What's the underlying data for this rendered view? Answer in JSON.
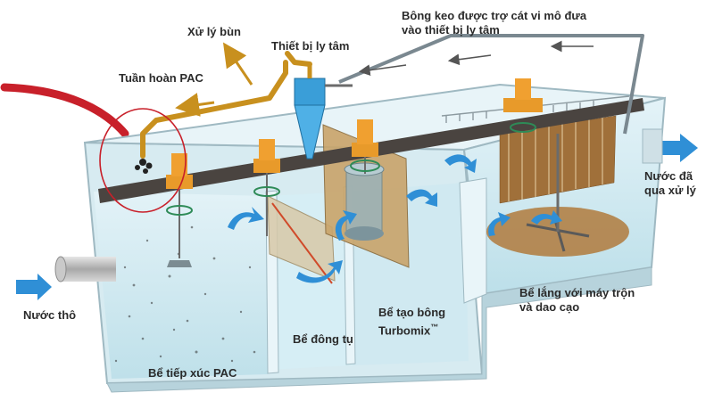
{
  "labels": {
    "sludge_treatment": "Xử lý bùn",
    "cyclone": "Thiết bị ly tâm",
    "pac_recirculation": "Tuần hoàn PAC",
    "floc_return_line1": "Bông keo được trợ cát vi mô đưa",
    "floc_return_line2": "vào thiết bị ly tâm",
    "treated_water_line1": "Nước đã",
    "treated_water_line2": "qua xử lý",
    "raw_water": "Nước thô",
    "pac_contact_tank": "Bể tiếp xúc PAC",
    "coagulation_tank": "Bể đông tụ",
    "flocculation_tank_line1": "Bể tạo bông",
    "flocculation_tank_line2": "Turbomix",
    "trademark": "™",
    "settling_tank_line1": "Bể lắng với máy trộn",
    "settling_tank_line2": "và dao cạo"
  },
  "colors": {
    "pipe": "#c8901e",
    "water": "#cfe9f1",
    "tank_wall": "#a9c3cc",
    "beam": "#4a4440",
    "motor": "#f0a030",
    "flow_arrow": "#2f8fd6",
    "sludge": "#b07a3c",
    "highlight_ring": "#d23a3a",
    "text": "#2b2b2b"
  }
}
